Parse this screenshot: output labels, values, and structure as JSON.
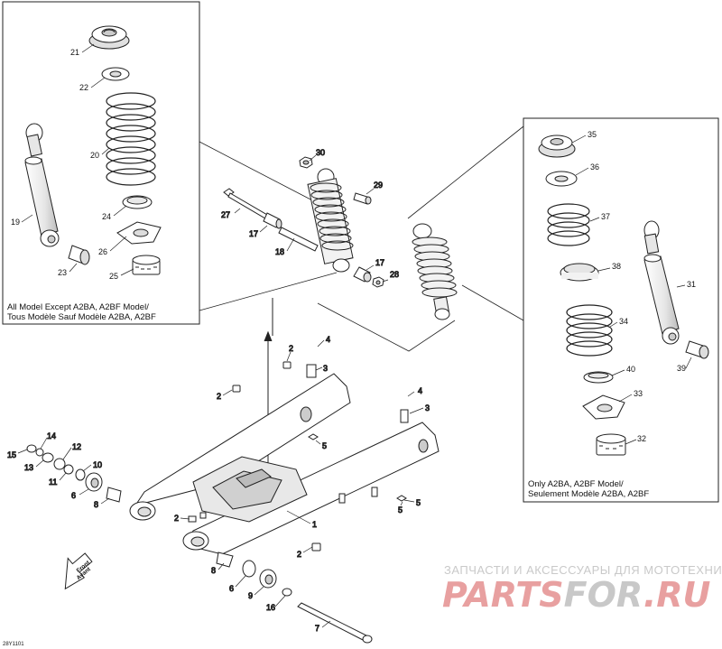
{
  "figure_code": "28Y1101",
  "inset_left": {
    "caption_line1": "All Model Except A2BA, A2BF Model/",
    "caption_line2": "Tous Modèle Sauf Modèle A2BA, A2BF"
  },
  "inset_right": {
    "caption_line1": "Only A2BA, A2BF Model/",
    "caption_line2": "Seulement Modèle A2BA, A2BF"
  },
  "front_arrow": {
    "line1": "Front",
    "line2": "Avant"
  },
  "callouts": {
    "c21": "21",
    "c22": "22",
    "c20": "20",
    "c19": "19",
    "c24": "24",
    "c26": "26",
    "c23": "23",
    "c25": "25",
    "c35": "35",
    "c36": "36",
    "c37": "37",
    "c38": "38",
    "c34": "34",
    "c40": "40",
    "c33": "33",
    "c32": "32",
    "c31": "31",
    "c39": "39",
    "c30": "30",
    "c29": "29",
    "c27": "27",
    "c17a": "17",
    "c18": "18",
    "c17b": "17",
    "c28": "28",
    "c2a": "2",
    "c4a": "4",
    "c3a": "3",
    "c2b": "2",
    "c4b": "4",
    "c3b": "3",
    "c5a": "5",
    "c5b": "5",
    "c15": "15",
    "c14": "14",
    "c13": "13",
    "c12": "12",
    "c11": "11",
    "c10": "10",
    "c6a": "6",
    "c8a": "8",
    "c2c": "2",
    "c1": "1",
    "c5c": "5",
    "c2d": "2",
    "c8b": "8",
    "c6b": "6",
    "c9": "9",
    "c16": "16",
    "c7": "7"
  },
  "watermark": {
    "line1": "ЗАПЧАСТИ И АКСЕССУАРЫ ДЛЯ МОТОТЕХНИКИ",
    "brand_a": "PARTS",
    "brand_b": "FOR",
    "brand_c": ".RU",
    "color_red": "#e8a0a0",
    "color_grey": "#c8c8c8"
  }
}
